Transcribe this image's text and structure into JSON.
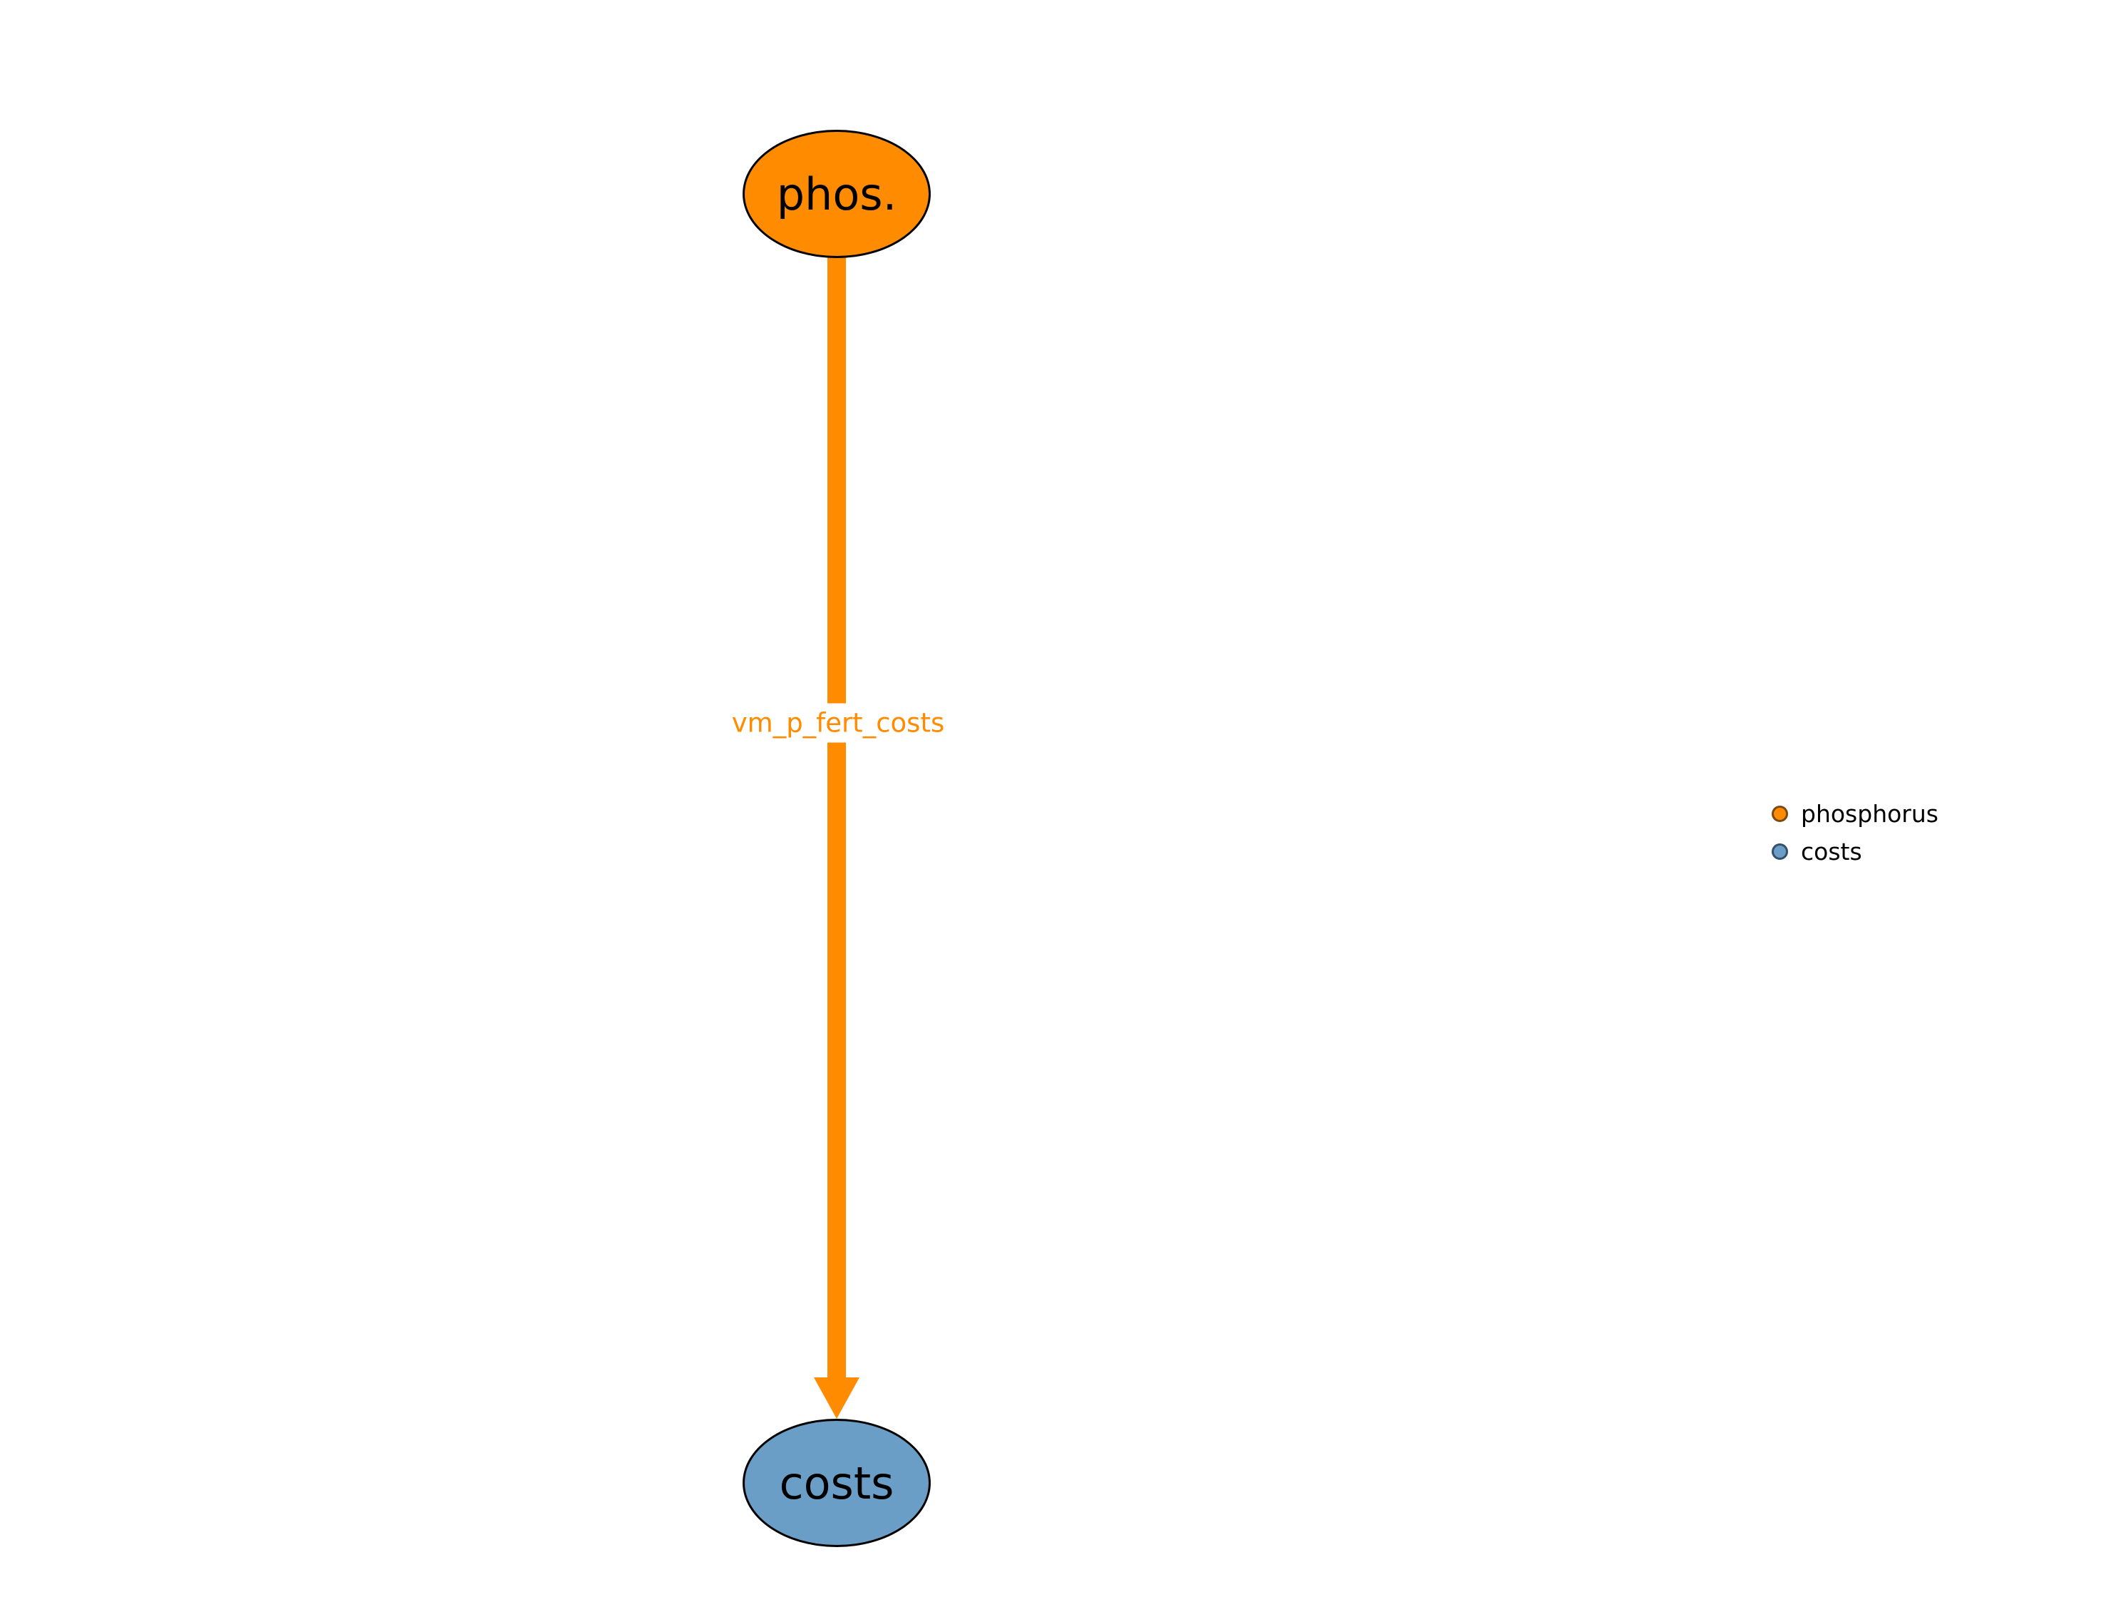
{
  "diagram": {
    "nodes": [
      {
        "id": "phos",
        "label": "phos.",
        "color": "#FF8C00",
        "shape": "ellipse"
      },
      {
        "id": "costs",
        "label": "costs",
        "color": "#6A9EC6",
        "shape": "ellipse"
      }
    ],
    "edges": [
      {
        "from": "phos",
        "to": "costs",
        "label": "vm_p_fert_costs",
        "color": "#FF8C00",
        "direction": "down"
      }
    ],
    "legend": {
      "items": [
        {
          "label": "phosphorus",
          "color": "#FF8C00"
        },
        {
          "label": "costs",
          "color": "#6A9EC6"
        }
      ]
    }
  }
}
